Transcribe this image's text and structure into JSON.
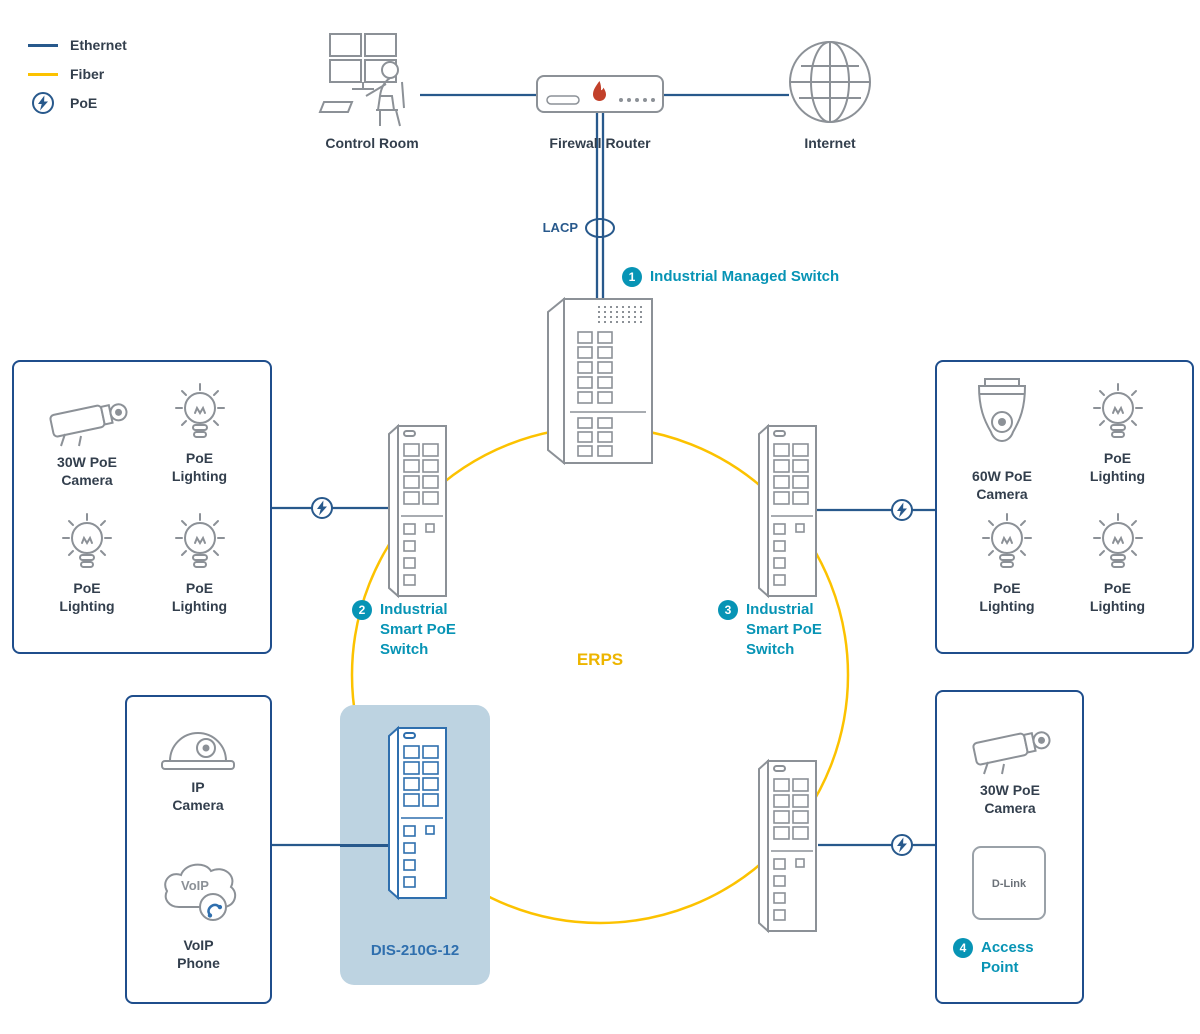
{
  "legend": {
    "ethernet_label": "Ethernet",
    "fiber_label": "Fiber",
    "poe_label": "PoE"
  },
  "top_row": {
    "control_room": "Control Room",
    "firewall": "Firewall Router",
    "internet": "Internet",
    "lacp": "LACP"
  },
  "managed_switch": {
    "badge": "1",
    "label": "Industrial Managed Switch"
  },
  "smart_switch_2": {
    "badge": "2",
    "line1": "Industrial",
    "line2": "Smart PoE",
    "line3": "Switch"
  },
  "smart_switch_3": {
    "badge": "3",
    "line1": "Industrial",
    "line2": "Smart PoE",
    "line3": "Switch"
  },
  "dis_switch_label": "DIS-210G-12",
  "erps_label": "ERPS",
  "box_top_left": {
    "items": [
      {
        "line1": "30W PoE",
        "line2": "Camera"
      },
      {
        "line1": "PoE",
        "line2": "Lighting"
      },
      {
        "line1": "PoE",
        "line2": "Lighting"
      },
      {
        "line1": "PoE",
        "line2": "Lighting"
      }
    ]
  },
  "box_top_right": {
    "items": [
      {
        "line1": "60W PoE",
        "line2": "Camera"
      },
      {
        "line1": "PoE",
        "line2": "Lighting"
      },
      {
        "line1": "PoE",
        "line2": "Lighting"
      },
      {
        "line1": "PoE",
        "line2": "Lighting"
      }
    ]
  },
  "box_bottom_left": {
    "camera": {
      "line1": "IP",
      "line2": "Camera"
    },
    "voip": {
      "cloud_text": "VoIP",
      "line1": "VoIP",
      "line2": "Phone"
    }
  },
  "box_bottom_right": {
    "camera": {
      "line1": "30W PoE",
      "line2": "Camera"
    },
    "access_point_logo": "D-Link",
    "badge": "4",
    "line1": "Access",
    "line2": "Point"
  },
  "colors": {
    "ethernet": "#28598C",
    "fiber": "#FCC200",
    "teal": "#0794B5",
    "erps_text": "#EDB500",
    "highlight": "#BDD3E1"
  }
}
